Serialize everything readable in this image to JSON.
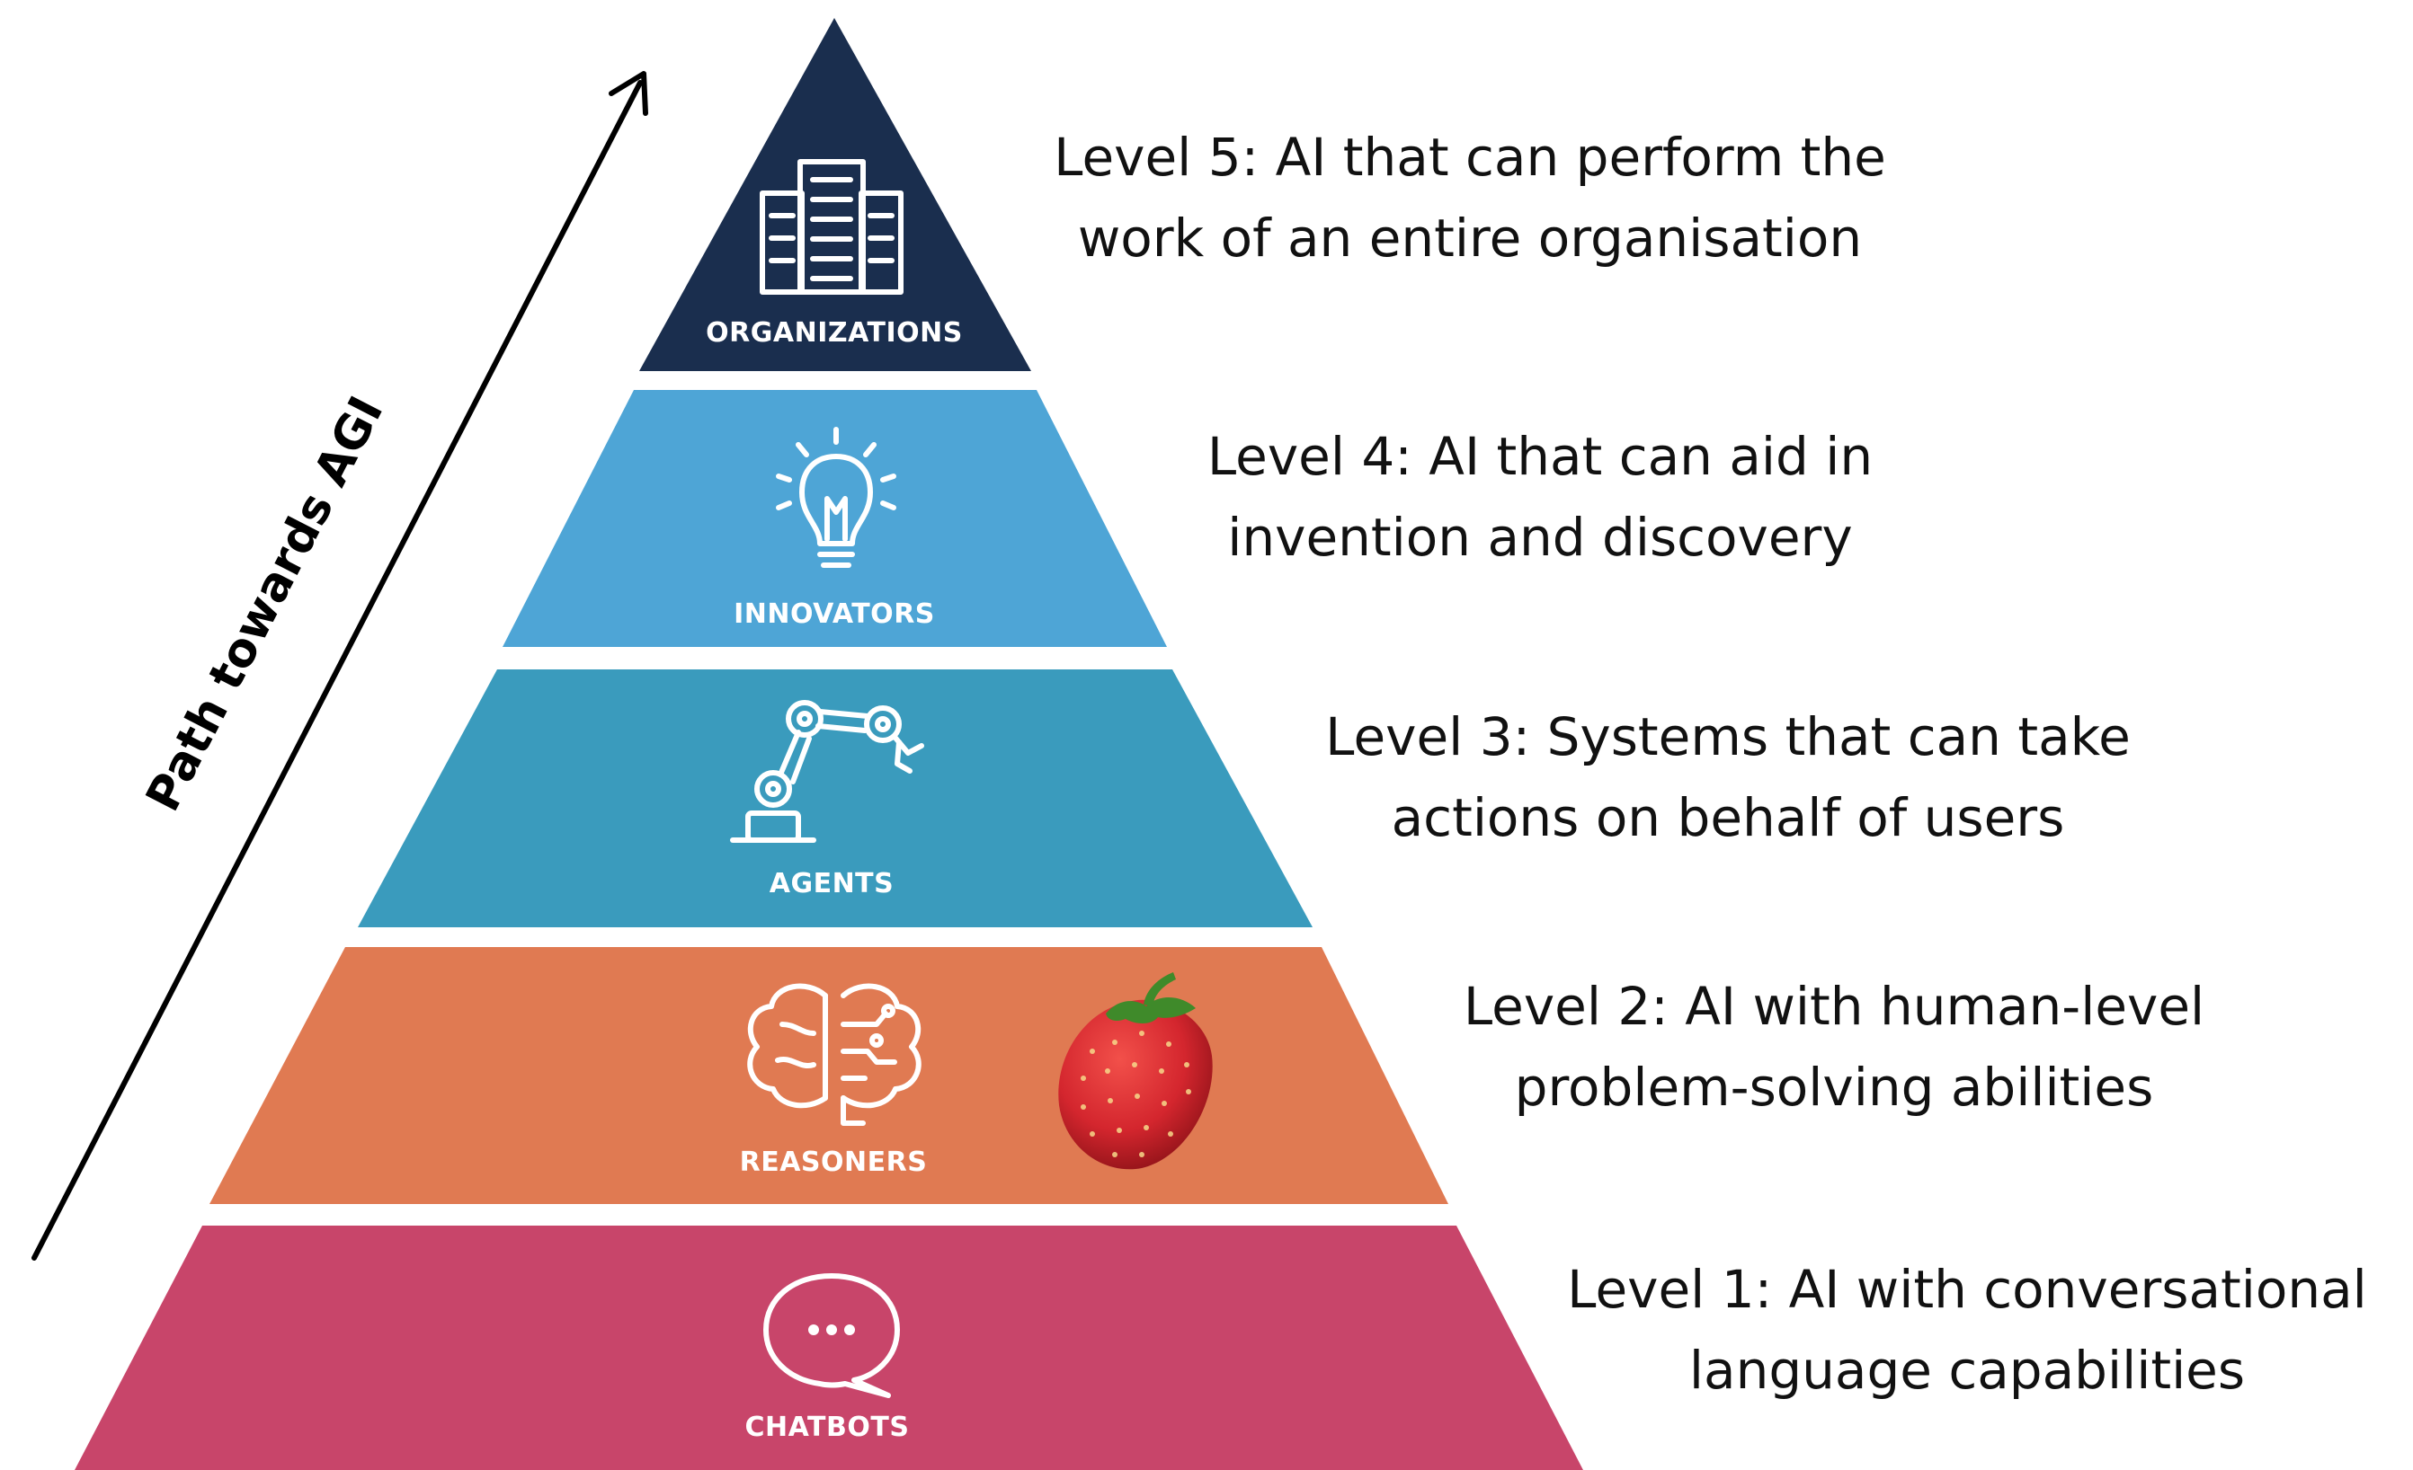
{
  "diagram": {
    "path_label": "Path towards AGI",
    "levels": [
      {
        "tier_label": "ORGANIZATIONS",
        "icon": "buildings-icon",
        "color": "#1a2e4e",
        "description_line1": "Level 5: AI that can perform the",
        "description_line2": "work of an entire organisation"
      },
      {
        "tier_label": "INNOVATORS",
        "icon": "lightbulb-icon",
        "color": "#4ea5d6",
        "description_line1": "Level 4: AI that can aid in",
        "description_line2": "invention and discovery"
      },
      {
        "tier_label": "AGENTS",
        "icon": "robot-arm-icon",
        "color": "#3a9bbd",
        "description_line1": "Level 3: Systems that can take",
        "description_line2": "actions on behalf of users"
      },
      {
        "tier_label": "REASONERS",
        "icon": "brain-icon",
        "color": "#e07a52",
        "description_line1": "Level 2: AI with human-level",
        "description_line2": "problem-solving abilities"
      },
      {
        "tier_label": "CHATBOTS",
        "icon": "chat-bubble-icon",
        "color": "#c8456a",
        "description_line1": "Level 1: AI with conversational",
        "description_line2": "language capabilities"
      }
    ],
    "extra_icon": "strawberry-icon",
    "colors": {
      "strawberry": "#d4262e",
      "strawberry_leaf": "#3f8a2a",
      "arrow": "#000000"
    }
  }
}
